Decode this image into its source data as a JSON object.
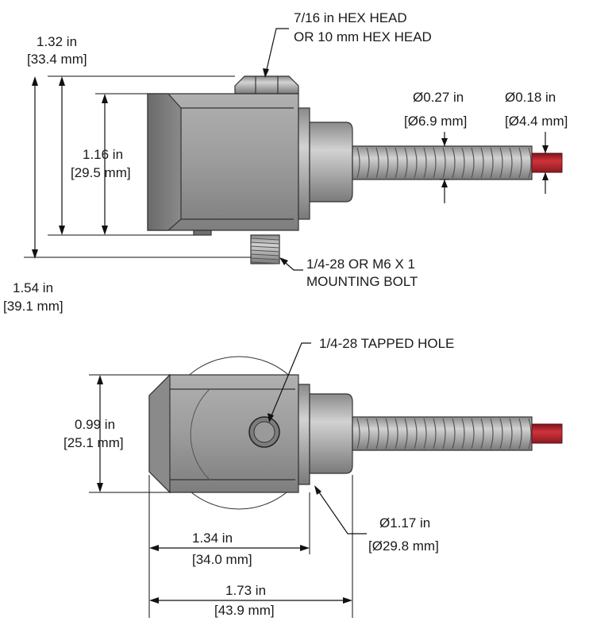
{
  "top_view": {
    "hex_head_callout": [
      "7/16 in HEX HEAD",
      "OR 10 mm HEX HEAD"
    ],
    "overall_height_with_hex": [
      "1.32 in",
      "[33.4 mm]"
    ],
    "body_height": [
      "1.16 in",
      "[29.5 mm]"
    ],
    "height_with_bolt": [
      "1.54 in",
      "[39.1 mm]"
    ],
    "conduit_diameter": [
      "Ø0.27 in",
      "[Ø6.9 mm]"
    ],
    "cable_diameter": [
      "Ø0.18 in",
      "[Ø4.4 mm]"
    ],
    "mounting_bolt_callout": [
      "1/4-28 OR M6 X 1",
      "MOUNTING BOLT"
    ]
  },
  "bottom_view": {
    "tapped_hole_callout": "1/4-28 TAPPED HOLE",
    "body_width": [
      "0.99 in",
      "[25.1 mm]"
    ],
    "base_diameter": [
      "Ø1.17 in",
      "[Ø29.8 mm]"
    ],
    "body_length": [
      "1.34 in",
      "[34.0 mm]"
    ],
    "overall_length": [
      "1.73 in",
      "[43.9 mm]"
    ]
  },
  "colors": {
    "body": "#9a9a9a",
    "body_dark": "#6f6f6f",
    "body_light": "#c4c4c4",
    "cable": "#b3212a",
    "line": "#111111"
  }
}
